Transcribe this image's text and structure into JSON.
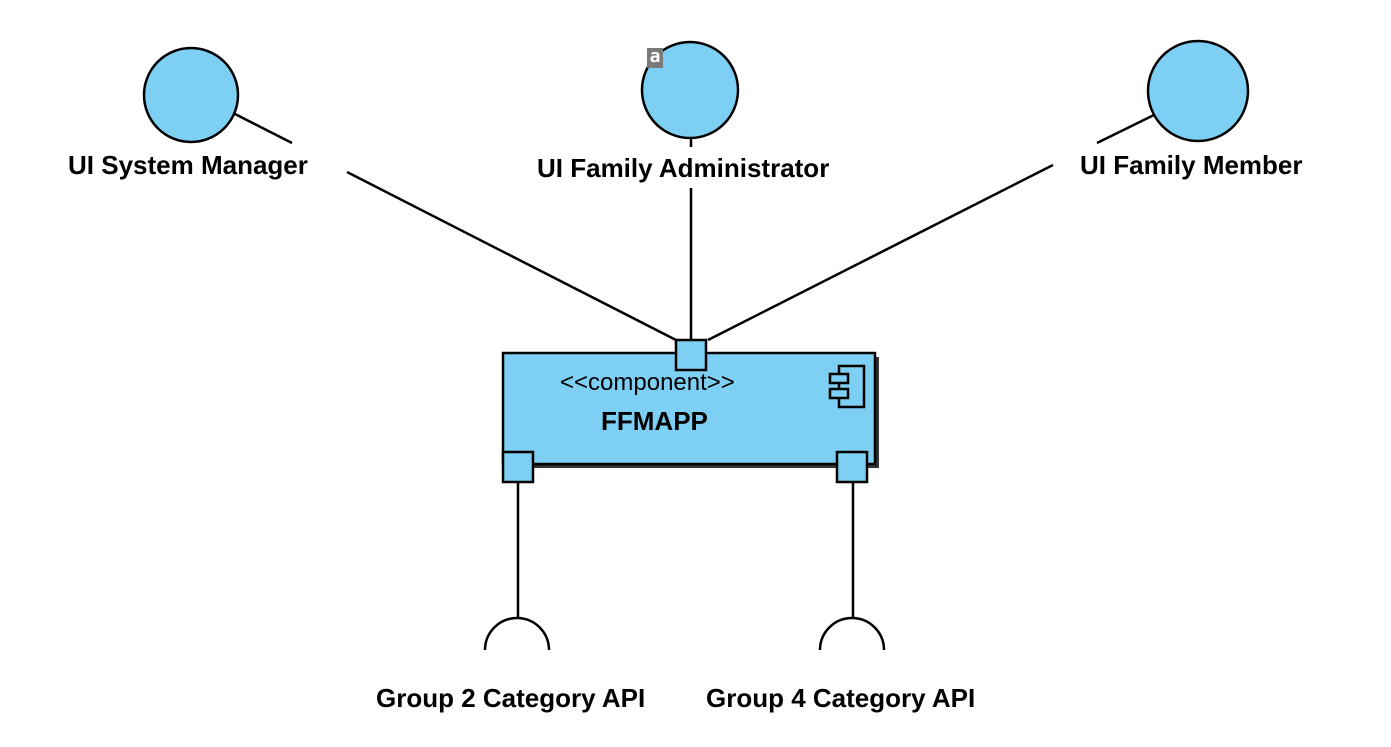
{
  "diagram": {
    "interfaces_provided": [
      {
        "label": "UI System Manager"
      },
      {
        "label": "UI Family Administrator"
      },
      {
        "label": "UI Family Member"
      }
    ],
    "component": {
      "stereotype": "<<component>>",
      "name": "FFMAPP"
    },
    "interfaces_required": [
      {
        "label": "Group 2 Category API"
      },
      {
        "label": "Group 4 Category API"
      }
    ],
    "badge_glyph": "a",
    "colors": {
      "fill": "#7dd0f3",
      "stroke": "#000000",
      "background": "#ffffff"
    }
  }
}
